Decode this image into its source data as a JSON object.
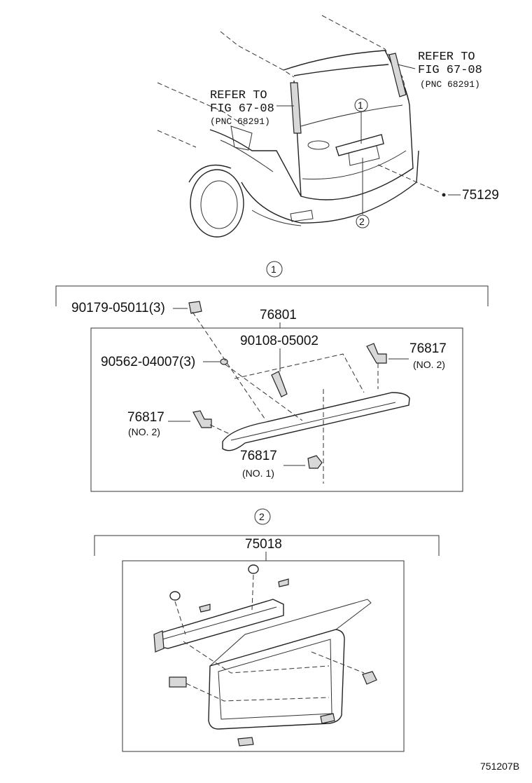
{
  "callouts": {
    "refer_left": [
      "REFER TO",
      "FIG 67-08",
      "(PNC 68291)"
    ],
    "refer_right": [
      "REFER TO",
      "FIG 67-08",
      "(PNC 68291)"
    ],
    "marker_1": "1",
    "marker_2": "2",
    "part_75129": "75129"
  },
  "group1": {
    "marker": "1",
    "assembly": "76801",
    "parts": {
      "p90179": "90179-05011(3)",
      "p90562": "90562-04007(3)",
      "p90108": "90108-05002",
      "p76817_right": "76817",
      "p76817_right_sub": "(NO. 2)",
      "p76817_left": "76817",
      "p76817_left_sub": "(NO. 2)",
      "p76817_center": "76817",
      "p76817_center_sub": "(NO. 1)"
    }
  },
  "group2": {
    "marker": "2",
    "assembly": "75018"
  },
  "figure_id": "751207B"
}
